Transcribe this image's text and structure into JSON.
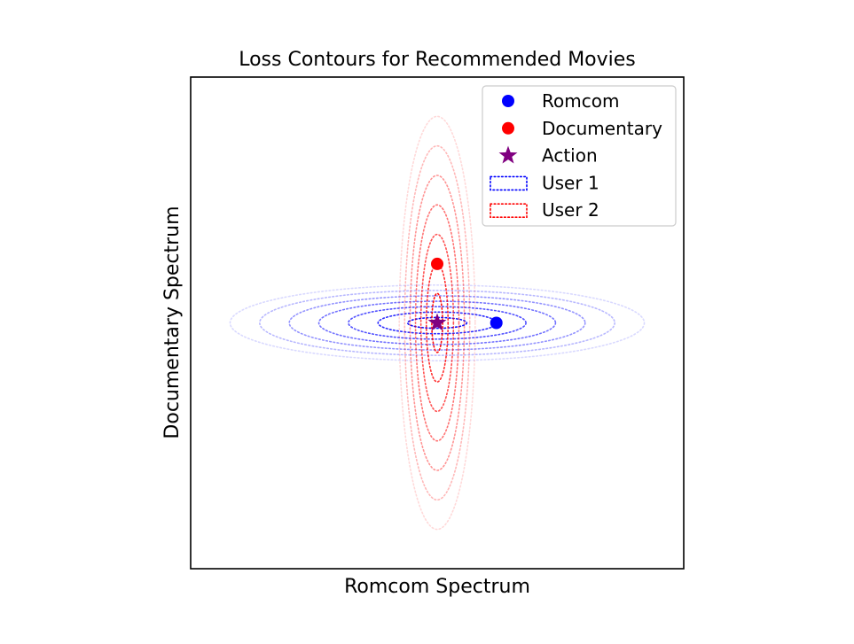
{
  "chart_data": {
    "type": "scatter",
    "title": "Loss Contours for Recommended Movies",
    "xlabel": "Romcom Spectrum",
    "ylabel": "Documentary Spectrum",
    "xlim": [
      -1,
      1
    ],
    "ylim": [
      -1,
      1
    ],
    "grid": false,
    "legend_position": "top-right",
    "points": [
      {
        "name": "Romcom",
        "x": 0.24,
        "y": 0.0,
        "color": "#0000ff",
        "marker": "circle"
      },
      {
        "name": "Documentary",
        "x": 0.0,
        "y": 0.24,
        "color": "#ff0000",
        "marker": "circle"
      },
      {
        "name": "Action",
        "x": 0.0,
        "y": 0.0,
        "color": "#800080",
        "marker": "star"
      }
    ],
    "contours": [
      {
        "name": "User 1",
        "color": "#0000ff",
        "center": [
          0.0,
          0.0
        ],
        "style": "dotted",
        "levels": [
          {
            "rx": 0.12,
            "ry": 0.022
          },
          {
            "rx": 0.24,
            "ry": 0.044
          },
          {
            "rx": 0.36,
            "ry": 0.066
          },
          {
            "rx": 0.48,
            "ry": 0.088
          },
          {
            "rx": 0.6,
            "ry": 0.11
          },
          {
            "rx": 0.72,
            "ry": 0.132
          },
          {
            "rx": 0.84,
            "ry": 0.154
          }
        ]
      },
      {
        "name": "User 2",
        "color": "#ff0000",
        "center": [
          0.0,
          0.0
        ],
        "style": "dotted",
        "levels": [
          {
            "rx": 0.022,
            "ry": 0.12
          },
          {
            "rx": 0.044,
            "ry": 0.24
          },
          {
            "rx": 0.066,
            "ry": 0.36
          },
          {
            "rx": 0.088,
            "ry": 0.48
          },
          {
            "rx": 0.11,
            "ry": 0.6
          },
          {
            "rx": 0.132,
            "ry": 0.72
          },
          {
            "rx": 0.154,
            "ry": 0.84
          }
        ]
      }
    ],
    "legend": [
      {
        "label": "Romcom",
        "kind": "point",
        "marker": "circle",
        "color": "#0000ff"
      },
      {
        "label": "Documentary",
        "kind": "point",
        "marker": "circle",
        "color": "#ff0000"
      },
      {
        "label": "Action",
        "kind": "point",
        "marker": "star",
        "color": "#800080"
      },
      {
        "label": "User 1",
        "kind": "contour",
        "color": "#0000ff"
      },
      {
        "label": "User 2",
        "kind": "contour",
        "color": "#ff0000"
      }
    ]
  }
}
